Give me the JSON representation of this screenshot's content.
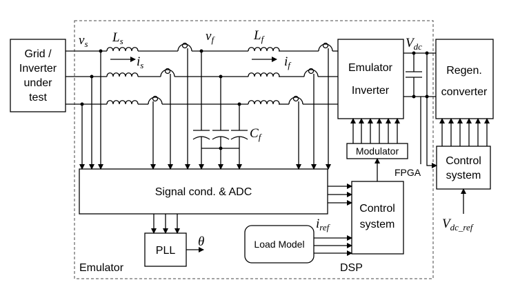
{
  "blocks": {
    "grid": [
      "Grid /",
      "Inverter",
      "under",
      "test"
    ],
    "emulator_inverter": [
      "Emulator",
      "Inverter"
    ],
    "regen": [
      "Regen.",
      "converter"
    ],
    "modulator": "Modulator",
    "signal_cond": "Signal cond. & ADC",
    "control_inner": [
      "Control",
      "system"
    ],
    "control_outer": [
      "Control",
      "system"
    ],
    "pll": "PLL",
    "load_model": "Load Model"
  },
  "labels": {
    "emulator": "Emulator",
    "dsp": "DSP",
    "fpga": "FPGA"
  },
  "symbols": {
    "vs": "v",
    "vs_sub": "s",
    "Ls": "L",
    "Ls_sub": "s",
    "is": "i",
    "is_sub": "s",
    "vf": "v",
    "vf_sub": "f",
    "Lf": "L",
    "Lf_sub": "f",
    "if": "i",
    "if_sub": "f",
    "Vdc": "V",
    "Vdc_sub": "dc",
    "Cf": "C",
    "Cf_sub": "f",
    "theta": "θ",
    "iref": "i",
    "iref_sub": "ref",
    "Vdcref": "V",
    "Vdcref_sub": "dc_ref"
  },
  "colors": {
    "line": "#000000",
    "dashed_border": "#444444",
    "background": "#ffffff"
  }
}
